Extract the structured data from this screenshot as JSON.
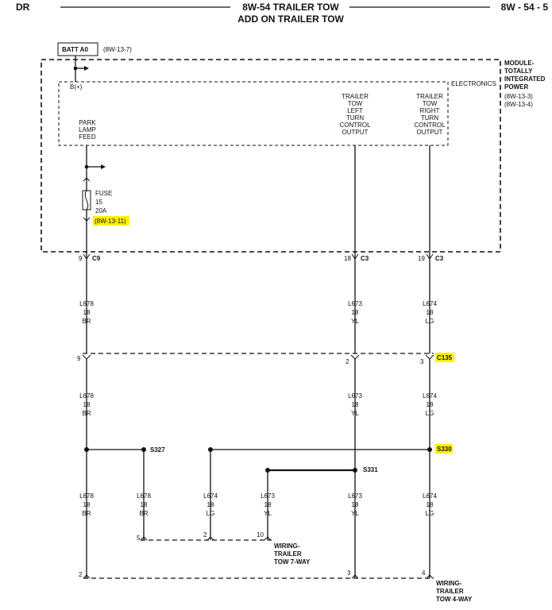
{
  "header": {
    "left": "DR",
    "title": "8W-54 TRAILER TOW",
    "subtitle": "ADD ON TRAILER TOW",
    "page": "8W - 54 - 5"
  },
  "batt": {
    "label": "BATT A0",
    "ref": "(8W-13-7)"
  },
  "module": {
    "name_lines": [
      "MODULE-",
      "TOTALLY",
      "INTEGRATED",
      "POWER"
    ],
    "refs": [
      "(8W-13-3)",
      "(8W-13-4)"
    ],
    "electronics": "ELECTRONICS",
    "bplus": "B(+)"
  },
  "outputs": {
    "park": [
      "PARK",
      "LAMP",
      "FEED"
    ],
    "left": [
      "TRAILER",
      "TOW",
      "LEFT",
      "TURN",
      "CONTROL",
      "OUTPUT"
    ],
    "right": [
      "TRAILER",
      "TOW",
      "RIGHT",
      "TURN",
      "CONTROL",
      "OUTPUT"
    ]
  },
  "fuse": {
    "lines": [
      "FUSE",
      "15",
      "20A"
    ],
    "ref": "(8W-13-11)"
  },
  "connectors": {
    "c9": {
      "pin": "9",
      "name": "C9"
    },
    "c3_left": {
      "pin": "18",
      "name": "C3"
    },
    "c3_right": {
      "pin": "19",
      "name": "C3"
    },
    "c135": {
      "name": "C135",
      "pin_park": "9",
      "pin_left": "2",
      "pin_right": "3"
    }
  },
  "wires": {
    "l678": [
      "L678",
      "18",
      "BR"
    ],
    "l673": [
      "L673",
      "18",
      "YL"
    ],
    "l674": [
      "L674",
      "18",
      "LG"
    ]
  },
  "splices": {
    "s327": "S327",
    "s330": "S330",
    "s331": "S331"
  },
  "harness7": {
    "label": [
      "WIRING-",
      "TRAILER",
      "TOW 7-WAY"
    ],
    "pins": [
      "5",
      "2",
      "10"
    ]
  },
  "harness4": {
    "label": [
      "WIRING-",
      "TRAILER",
      "TOW 4-WAY"
    ],
    "pins": [
      "2",
      "3",
      "4"
    ]
  },
  "colors": {
    "highlight": "#fff200",
    "ink": "#111111"
  }
}
